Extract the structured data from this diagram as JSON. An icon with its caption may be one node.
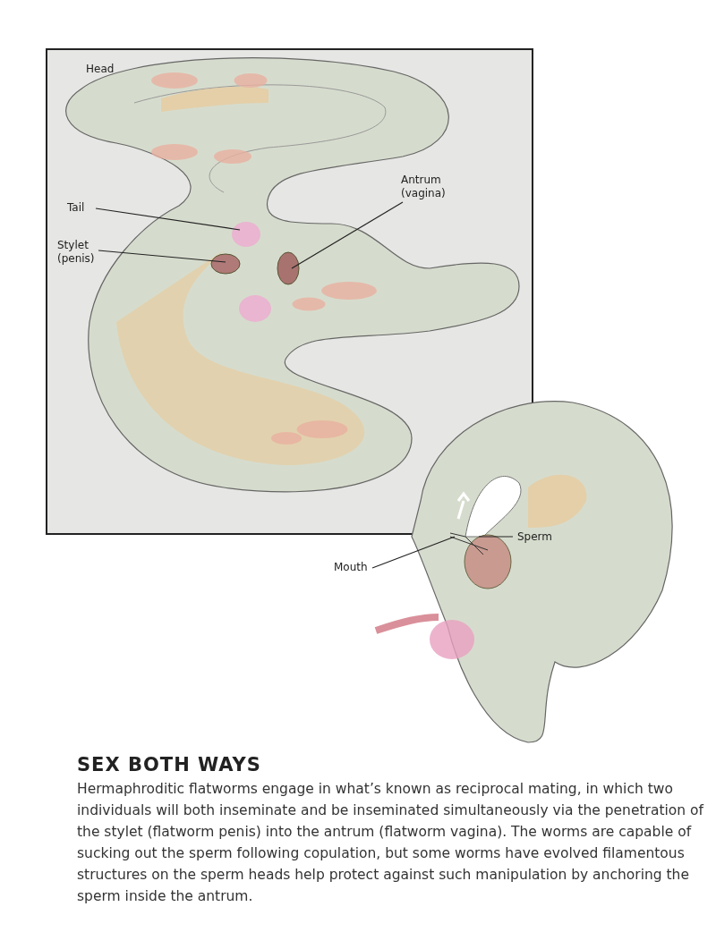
{
  "diagram": {
    "title": "SEX BOTH WAYS",
    "caption": "Hermaphroditic flatworms engage in what’s known as reciprocal mating, in which two individuals will both inseminate and be inseminated simultaneously via the penetration of the stylet (flatworm penis) into the antrum (flatworm vagina). The worms are capable of sucking out the sperm following copulation, but some worms have evolved filamentous structures on the sperm heads help protect against such manipulation by anchoring the sperm inside the antrum.",
    "nodes": [
      {
        "text": [
          "Antrum (vagina)"
        ]
      },
      {
        "text": [
          "Tail"
        ]
      },
      {
        "text": [
          "Stylet (penis)"
        ]
      },
      {
        "text": [
          "Sperm"
        ]
      },
      {
        "text": [
          "Mouth"
        ]
      }
    ],
    "edges": [
      {
        "from": 0,
        "to": null,
        "arrow": "none"
      },
      {
        "from": 1,
        "to": null,
        "arrow": "none"
      },
      {
        "from": 2,
        "to": null,
        "arrow": "none"
      },
      {
        "from": 3,
        "to": null,
        "arrow": "none"
      },
      {
        "from": 4,
        "to": null,
        "arrow": "none"
      }
    ],
    "labels": [
      "Head"
    ]
  }
}
